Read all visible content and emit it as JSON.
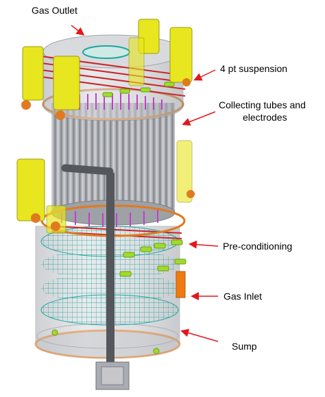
{
  "labels": {
    "gas_outlet": "Gas Outlet",
    "suspension": "4 pt suspension",
    "collecting_line1": "Collecting tubes and",
    "collecting_line2": "electrodes",
    "preconditioning": "Pre-conditioning",
    "gas_inlet": "Gas Inlet",
    "sump": "Sump"
  },
  "colors": {
    "arrow": "#e3171b",
    "vessel_fill": "#c9cbcf",
    "tube_bundle": "#a9acb2",
    "flange": "#e07a20",
    "support_yellow": "#e8e61e",
    "electrode_magenta": "#c040c8",
    "grid_cyan": "#1aa7a0",
    "nozzle_green": "#9fdc2a",
    "duct_dark": "#54575c",
    "inlet_orange": "#f07a10"
  },
  "icons": {
    "arrow": "red-callout-arrow"
  }
}
